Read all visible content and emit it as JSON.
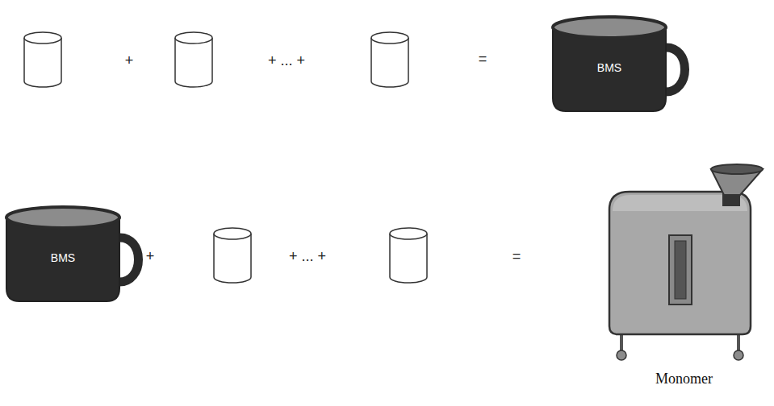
{
  "diagram": {
    "nodes": [
      {
        "text": [
          "BMS"
        ]
      },
      {
        "text": [
          "BMS"
        ]
      },
      {
        "text": [
          "Monomer"
        ]
      }
    ],
    "labels": [
      "+",
      "+ ... +",
      "=",
      "+",
      "+ ... +",
      "="
    ]
  }
}
